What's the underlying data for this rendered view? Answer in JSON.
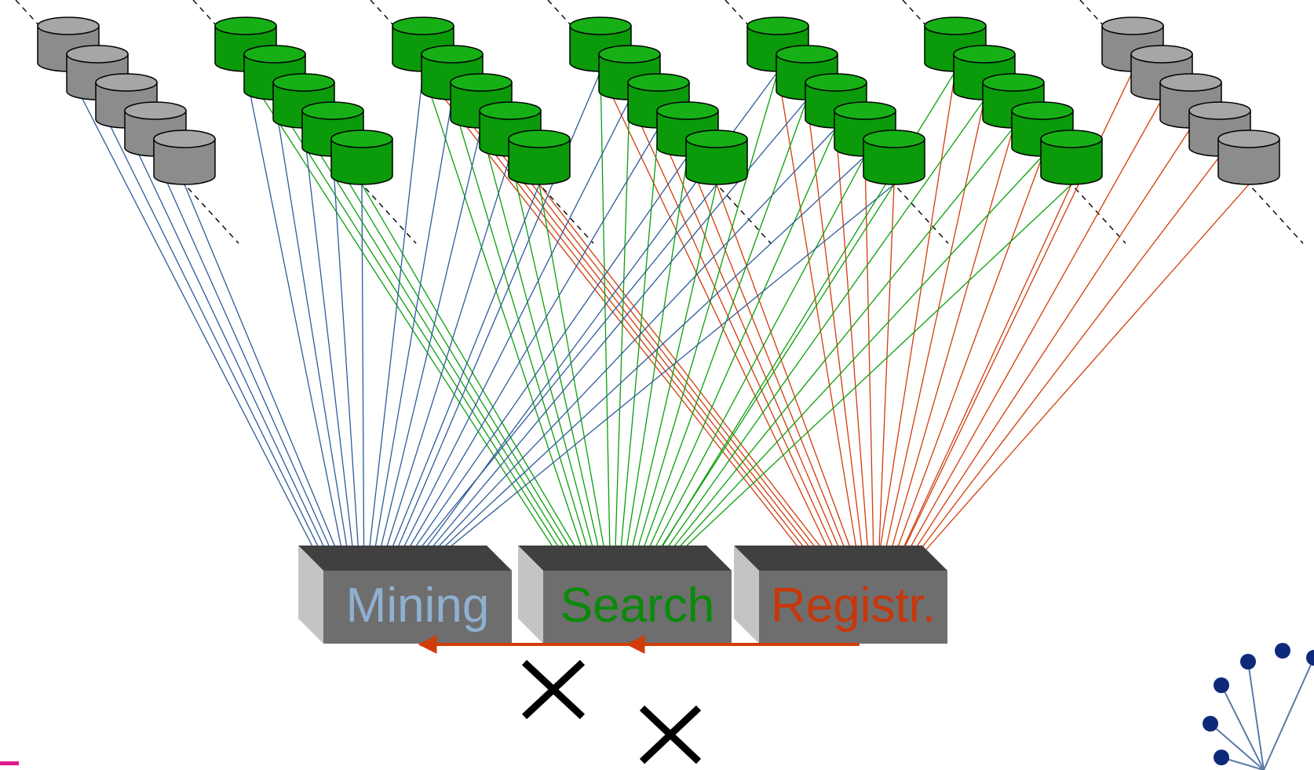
{
  "boxes": [
    {
      "label": "Mining",
      "label_color": "#8fb0d0"
    },
    {
      "label": "Search",
      "label_color": "#0a8a0a"
    },
    {
      "label": "Registr.",
      "label_color": "#c8370a"
    }
  ],
  "database_groups": [
    {
      "count": 5,
      "color": "gray"
    },
    {
      "count": 5,
      "color": "green"
    },
    {
      "count": 5,
      "color": "green"
    },
    {
      "count": 5,
      "color": "green"
    },
    {
      "count": 5,
      "color": "green"
    },
    {
      "count": 5,
      "color": "green"
    },
    {
      "count": 5,
      "color": "gray"
    }
  ],
  "colors": {
    "db_gray": "#8c8c8c",
    "db_gray_top": "#a6a6a6",
    "db_green": "#0a9a0a",
    "db_green_top": "#16b016",
    "line_blue": "#2e5c9a",
    "line_green": "#0aa00a",
    "line_red": "#d23c0a",
    "box_front": "#6e6e6e",
    "box_top": "#404040",
    "box_side": "#c4c4c4",
    "arrow_red": "#d23c0a",
    "cross": "#000000",
    "node_blue": "#0d2a7a"
  },
  "decorations": {
    "cross_marks": 2,
    "network_corner_icon": "network-graph-icon"
  }
}
